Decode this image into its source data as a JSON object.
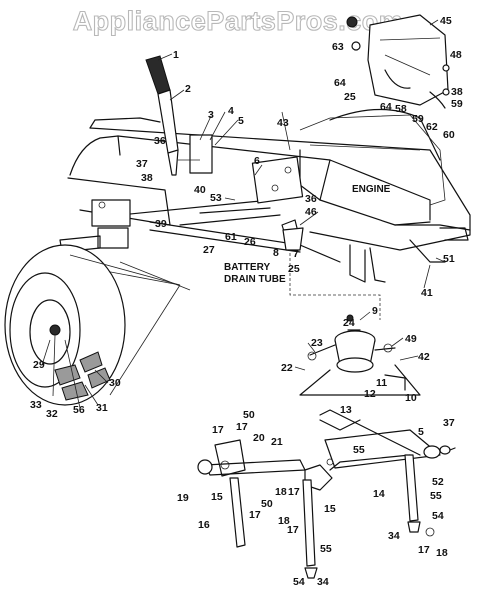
{
  "watermark": "AppliancePartsPros.com",
  "captions": {
    "engine": "ENGINE",
    "battery_line1": "BATTERY",
    "battery_line2": "DRAIN TUBE"
  },
  "callouts": [
    {
      "id": "c1",
      "text": "1"
    },
    {
      "id": "c2",
      "text": "2"
    },
    {
      "id": "c3",
      "text": "3"
    },
    {
      "id": "c4",
      "text": "4"
    },
    {
      "id": "c5",
      "text": "5"
    },
    {
      "id": "c36a",
      "text": "36"
    },
    {
      "id": "c37a",
      "text": "37"
    },
    {
      "id": "c38a",
      "text": "38"
    },
    {
      "id": "c40",
      "text": "40"
    },
    {
      "id": "c6",
      "text": "6"
    },
    {
      "id": "c43",
      "text": "43"
    },
    {
      "id": "c53",
      "text": "53"
    },
    {
      "id": "c39",
      "text": "39"
    },
    {
      "id": "c27",
      "text": "27"
    },
    {
      "id": "c61",
      "text": "61"
    },
    {
      "id": "c26",
      "text": "26"
    },
    {
      "id": "c36b",
      "text": "36"
    },
    {
      "id": "c46",
      "text": "46"
    },
    {
      "id": "c8",
      "text": "8"
    },
    {
      "id": "c7",
      "text": "7"
    },
    {
      "id": "c25a",
      "text": "25"
    },
    {
      "id": "c51",
      "text": "51"
    },
    {
      "id": "c41",
      "text": "41"
    },
    {
      "id": "c9",
      "text": "9"
    },
    {
      "id": "c24",
      "text": "24"
    },
    {
      "id": "c49",
      "text": "49"
    },
    {
      "id": "c42",
      "text": "42"
    },
    {
      "id": "c23",
      "text": "23"
    },
    {
      "id": "c22",
      "text": "22"
    },
    {
      "id": "c11",
      "text": "11"
    },
    {
      "id": "c12",
      "text": "12"
    },
    {
      "id": "c10",
      "text": "10"
    },
    {
      "id": "c13",
      "text": "13"
    },
    {
      "id": "c29",
      "text": "29"
    },
    {
      "id": "c30",
      "text": "30"
    },
    {
      "id": "c33",
      "text": "33"
    },
    {
      "id": "c32",
      "text": "32"
    },
    {
      "id": "c56",
      "text": "56"
    },
    {
      "id": "c31",
      "text": "31"
    },
    {
      "id": "c45",
      "text": "45"
    },
    {
      "id": "c63",
      "text": "63"
    },
    {
      "id": "c48",
      "text": "48"
    },
    {
      "id": "c64a",
      "text": "64"
    },
    {
      "id": "c25b",
      "text": "25"
    },
    {
      "id": "c64b",
      "text": "64"
    },
    {
      "id": "c58",
      "text": "58"
    },
    {
      "id": "c38b",
      "text": "38"
    },
    {
      "id": "c59a",
      "text": "59"
    },
    {
      "id": "c59b",
      "text": "59"
    },
    {
      "id": "c62",
      "text": "62"
    },
    {
      "id": "c60",
      "text": "60"
    },
    {
      "id": "c17a",
      "text": "17"
    },
    {
      "id": "c50a",
      "text": "50"
    },
    {
      "id": "c17b",
      "text": "17"
    },
    {
      "id": "c20",
      "text": "20"
    },
    {
      "id": "c21",
      "text": "21"
    },
    {
      "id": "c19",
      "text": "19"
    },
    {
      "id": "c15a",
      "text": "15"
    },
    {
      "id": "c18a",
      "text": "18"
    },
    {
      "id": "c17c",
      "text": "17"
    },
    {
      "id": "c50b",
      "text": "50"
    },
    {
      "id": "c17d",
      "text": "17"
    },
    {
      "id": "c16",
      "text": "16"
    },
    {
      "id": "c18b",
      "text": "18"
    },
    {
      "id": "c17e",
      "text": "17"
    },
    {
      "id": "c15b",
      "text": "15"
    },
    {
      "id": "c55a",
      "text": "55"
    },
    {
      "id": "c14",
      "text": "14"
    },
    {
      "id": "c5b",
      "text": "5"
    },
    {
      "id": "c37b",
      "text": "37"
    },
    {
      "id": "c52",
      "text": "52"
    },
    {
      "id": "c55b",
      "text": "55"
    },
    {
      "id": "c54a",
      "text": "54"
    },
    {
      "id": "c34a",
      "text": "34"
    },
    {
      "id": "c17f",
      "text": "17"
    },
    {
      "id": "c18c",
      "text": "18"
    },
    {
      "id": "c55c",
      "text": "55"
    },
    {
      "id": "c54b",
      "text": "54"
    },
    {
      "id": "c34b",
      "text": "34"
    }
  ]
}
